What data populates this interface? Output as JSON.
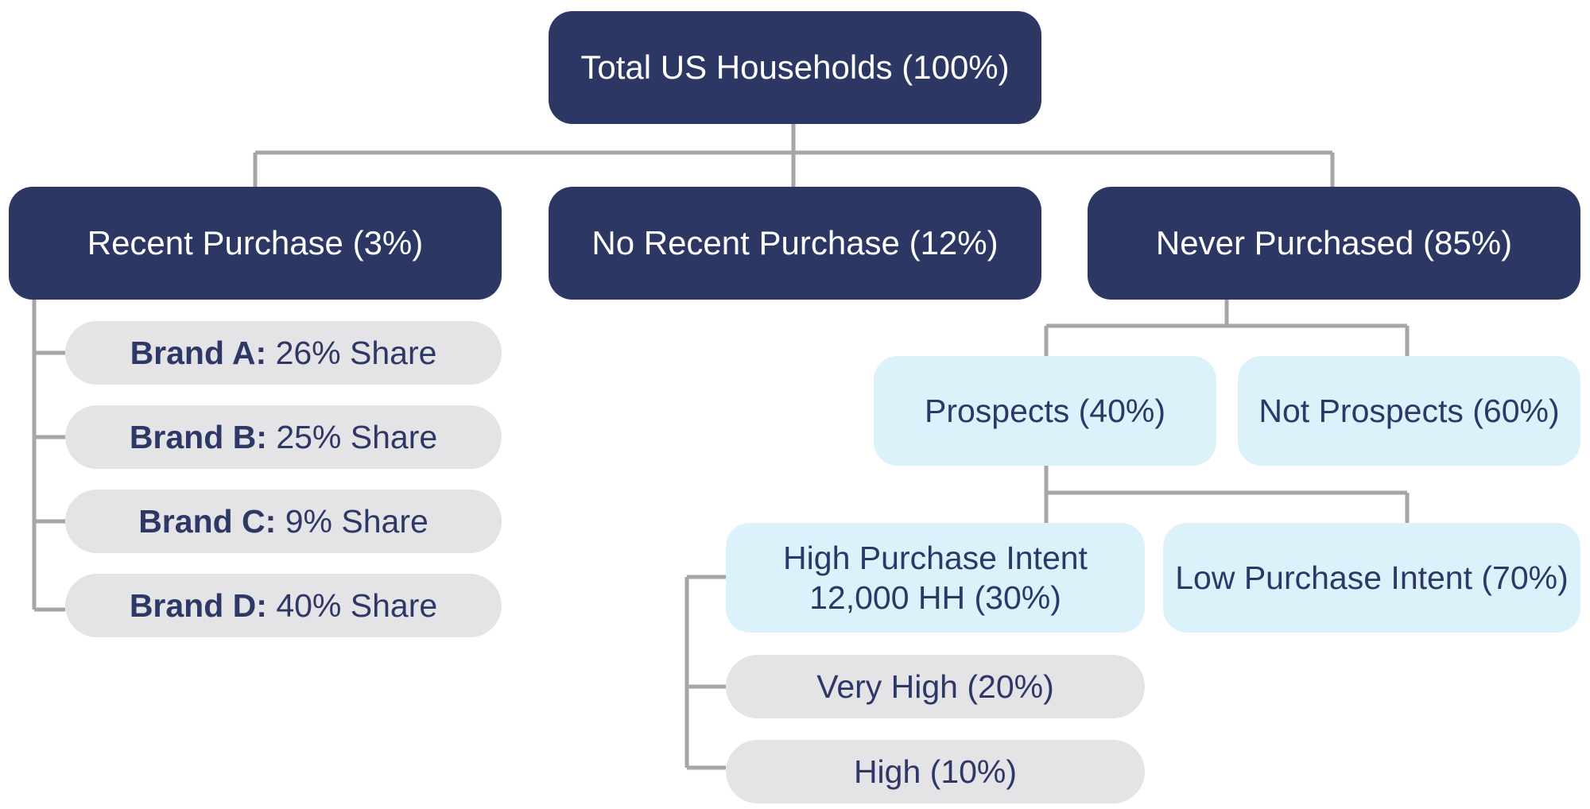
{
  "root": {
    "label": "Total US Households (100%)"
  },
  "level1": {
    "recent": "Recent Purchase (3%)",
    "no_recent": "No Recent Purchase (12%)",
    "never": "Never Purchased (85%)"
  },
  "brands": [
    {
      "name": "Brand A:",
      "share": "26% Share"
    },
    {
      "name": "Brand B:",
      "share": "25% Share"
    },
    {
      "name": "Brand C:",
      "share": "9% Share"
    },
    {
      "name": "Brand D:",
      "share": "40% Share"
    }
  ],
  "never_children": {
    "prospects": "Prospects (40%)",
    "not_prospects": "Not Prospects (60%)"
  },
  "prospects_children": {
    "high_intent_line1": "High Purchase Intent",
    "high_intent_line2": "12,000 HH (30%)",
    "low_intent": "Low Purchase Intent (70%)"
  },
  "high_intent_children": {
    "very_high": "Very High (20%)",
    "high": "High (10%)"
  },
  "colors": {
    "dark_box": "#2c3763",
    "light_box": "#dcf2fa",
    "gray_box": "#e4e4e6",
    "connector": "#a6a6a6",
    "text_dark": "#2d3866"
  }
}
